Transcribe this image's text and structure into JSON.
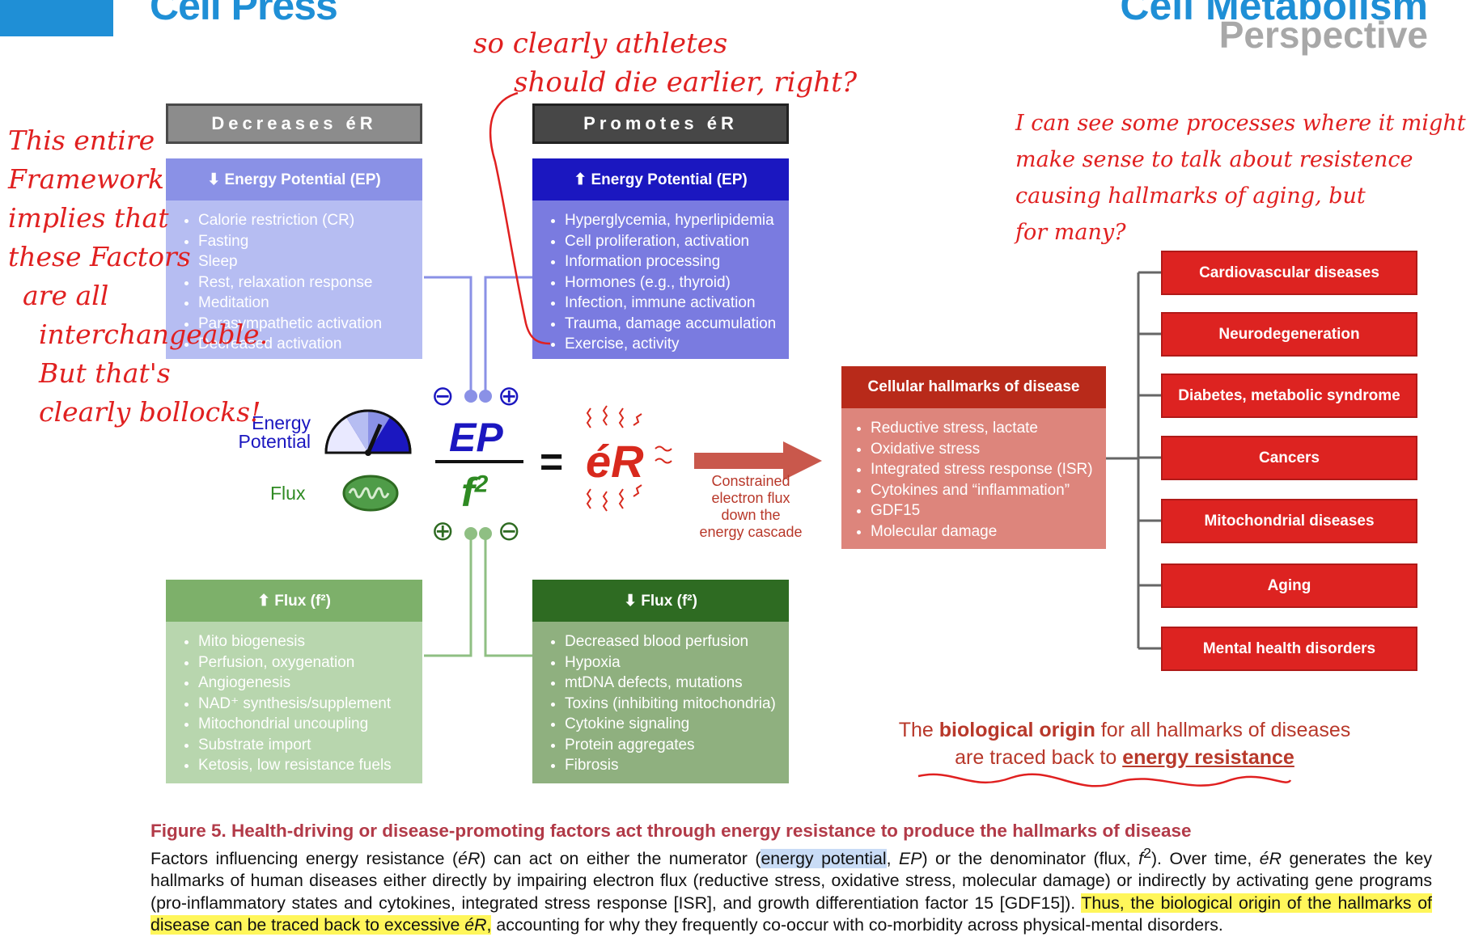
{
  "header": {
    "brand": "Cell Press",
    "journal": "Cell Metabolism",
    "perspective": "Perspective"
  },
  "columns": {
    "decreases_label": "Decreases éR",
    "promotes_label": "Promotes éR"
  },
  "boxes": {
    "ep_down": {
      "title": "⬇ Energy Potential (EP)",
      "items": [
        "Calorie restriction (CR)",
        "Fasting",
        "Sleep",
        "Rest, relaxation response",
        "Meditation",
        "Parasympathetic activation",
        "Decreased activation"
      ]
    },
    "ep_up": {
      "title": "⬆ Energy Potential (EP)",
      "items": [
        "Hyperglycemia, hyperlipidemia",
        "Cell proliferation, activation",
        "Information processing",
        "Hormones (e.g., thyroid)",
        "Infection, immune activation",
        "Trauma, damage accumulation",
        "Exercise, activity"
      ]
    },
    "flux_up": {
      "title": "⬆ Flux (f²)",
      "items": [
        "Mito biogenesis",
        "Perfusion, oxygenation",
        "Angiogenesis",
        "NAD⁺ synthesis/supplement",
        "Mitochondrial uncoupling",
        "Substrate import",
        "Ketosis, low resistance fuels"
      ]
    },
    "flux_down": {
      "title": "⬇ Flux (f²)",
      "items": [
        "Decreased blood perfusion",
        "Hypoxia",
        "mtDNA defects, mutations",
        "Toxins (inhibiting mitochondria)",
        "Cytokine signaling",
        "Protein aggregates",
        "Fibrosis"
      ]
    }
  },
  "equation": {
    "numerator": "EP",
    "denominator": "f",
    "exponent": "2",
    "equals": "=",
    "result": "éR",
    "minus": "⊖",
    "plus": "⊕",
    "energy_label_1": "Energy",
    "energy_label_2": "Potential",
    "flux_label": "Flux"
  },
  "arrow_note": [
    "Constrained",
    "electron flux",
    "down the",
    "energy cascade"
  ],
  "hallmarks": {
    "title": "Cellular hallmarks of disease",
    "items": [
      "Reductive stress, lactate",
      "Oxidative stress",
      "Integrated stress response (ISR)",
      "Cytokines and “inflammation”",
      "GDF15",
      "Molecular damage"
    ]
  },
  "diseases": [
    "Cardiovascular diseases",
    "Neurodegeneration",
    "Diabetes, metabolic syndrome",
    "Cancers",
    "Mitochondrial diseases",
    "Aging",
    "Mental health disorders"
  ],
  "origin_text": {
    "part1": "The ",
    "bold1": "biological origin",
    "part2": " for all hallmarks of diseases",
    "part3": "are traced back to ",
    "bold2": "energy resistance"
  },
  "caption": {
    "title": "Figure 5.  Health-driving or disease-promoting factors act through energy resistance to produce the hallmarks of disease",
    "s1": "Factors influencing energy resistance (",
    "s1i": "éR",
    "s2": ") can act on either the numerator (",
    "s2h": "energy potential",
    "s2b": ", ",
    "s2i": "EP",
    "s3": ") or the denominator (flux, ",
    "s3i": "f",
    "s3sup": "2",
    "s4": "). Over time, ",
    "s4i": "éR",
    "s5": " generates the key hallmarks of human diseases either directly by impairing electron flux (reductive stress, oxidative stress, molecular damage) or indirectly by activating gene programs (pro-inflammatory states and cytokines, integrated stress response [ISR], and growth differentiation factor 15 [GDF15]). ",
    "s6h": "Thus, the biological origin of the hallmarks of disease can be traced back to excessive ",
    "s6hi": "éR",
    "s6hc": ",",
    "s7": " accounting for why they frequently co-occur with co-morbidity across physical-mental disorders."
  },
  "annotations": {
    "left": [
      "This entire",
      "Framework",
      "implies that",
      "these Factors",
      "are all",
      "interchangeable.",
      "But that's",
      "clearly bollocks!"
    ],
    "top": [
      "so clearly athletes",
      "should die earlier, right?"
    ],
    "right": [
      "I can see some processes where it might",
      "make sense to talk about resistence",
      "causing hallmarks of aging, but",
      "for many?"
    ]
  },
  "colors": {
    "ep_down_title": "#8a91e6",
    "ep_down_body": "#b6bdf2",
    "ep_up_title": "#1b17c0",
    "ep_up_body": "#7a7be0",
    "flux_up_title": "#7db06a",
    "flux_up_body": "#b8d6ae",
    "flux_down_title": "#2e6b22",
    "flux_down_body": "#8fb07f",
    "hallmarks_title": "#b82a1a",
    "hallmarks_body": "#dd857c",
    "disease": "#dd2321",
    "annotation": "#e02020"
  }
}
